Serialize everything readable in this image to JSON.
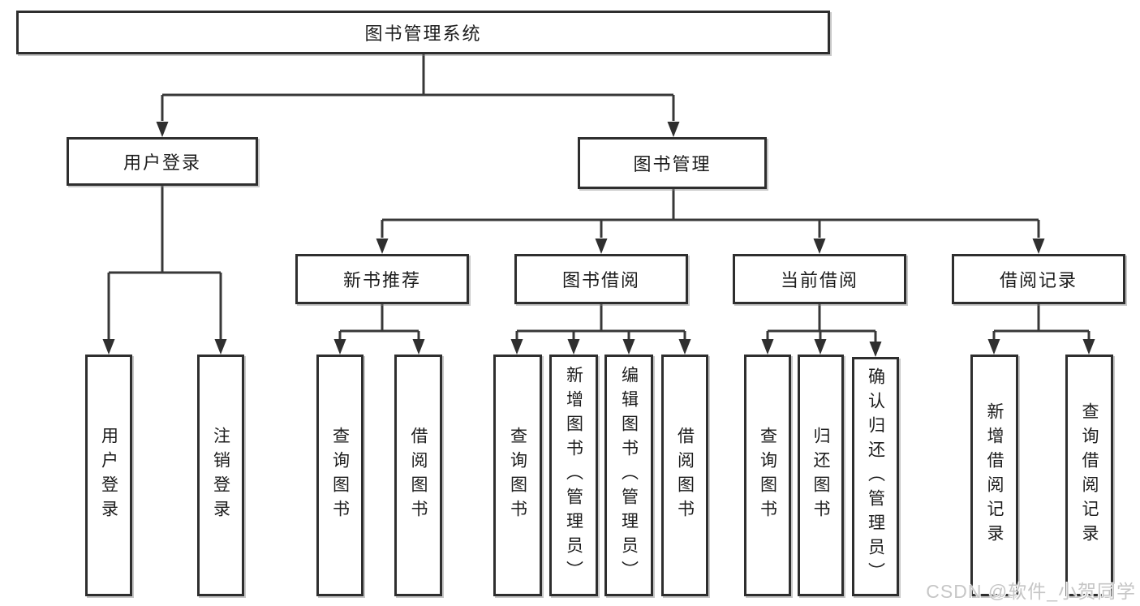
{
  "tree": {
    "root": "图书管理系统",
    "children": [
      {
        "label": "用户登录",
        "children": [
          {
            "label": "用户登录"
          },
          {
            "label": "注销登录"
          }
        ]
      },
      {
        "label": "图书管理",
        "children": [
          {
            "label": "新书推荐",
            "children": [
              {
                "label": "查询图书"
              },
              {
                "label": "借阅图书"
              }
            ]
          },
          {
            "label": "图书借阅",
            "children": [
              {
                "label": "查询图书"
              },
              {
                "label": "新增图书（管理员）"
              },
              {
                "label": "编辑图书（管理员）"
              },
              {
                "label": "借阅图书"
              }
            ]
          },
          {
            "label": "当前借阅",
            "children": [
              {
                "label": "查询图书"
              },
              {
                "label": "归还图书"
              },
              {
                "label": "确认归还（管理员）"
              }
            ]
          },
          {
            "label": "借阅记录",
            "children": [
              {
                "label": "新增借阅记录"
              },
              {
                "label": "查询借阅记录"
              }
            ]
          }
        ]
      }
    ]
  },
  "watermark": "CSDN @软件_小贺同学",
  "colors": {
    "line": "#383838",
    "box_border": "#2e2e2e",
    "text": "#1c1c1c",
    "watermark_text": "#c6c6c6",
    "background": "#ffffff"
  }
}
